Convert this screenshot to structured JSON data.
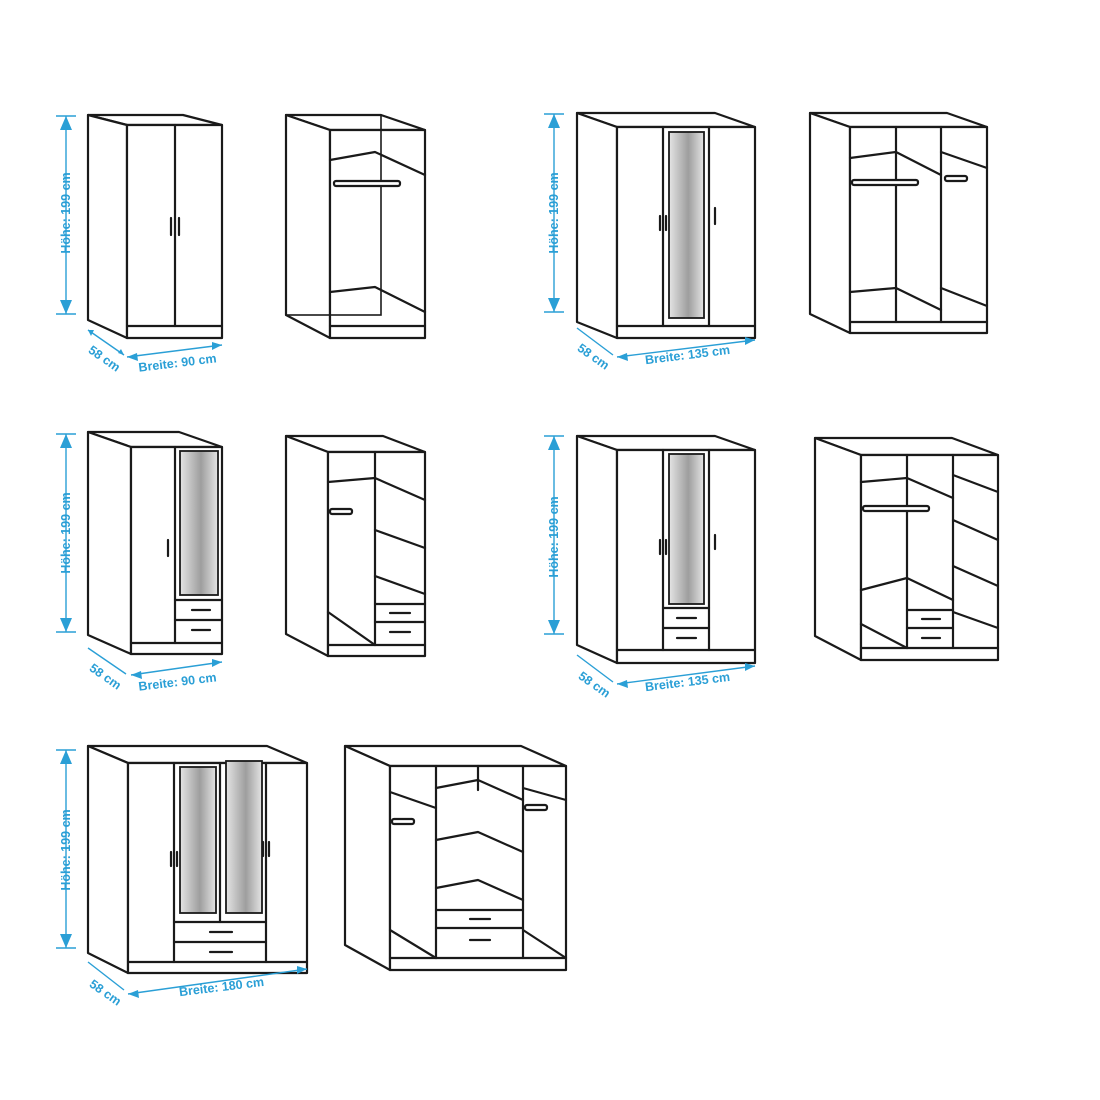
{
  "colors": {
    "dimension": "#2a9fd6",
    "line": "#1a1a1a",
    "mirror_light": "#e4e4e4",
    "mirror_dark": "#9e9e9e"
  },
  "labels": {
    "r1a_height": "Höhe: 199 cm",
    "r1a_depth": "58 cm",
    "r1a_width": "Breite: 90 cm",
    "r1b_height": "Höhe: 199 cm",
    "r1b_depth": "58 cm",
    "r1b_width": "Breite: 135 cm",
    "r2a_height": "Höhe: 199 cm",
    "r2a_depth": "58 cm",
    "r2a_width": "Breite: 90 cm",
    "r2b_height": "Höhe: 199 cm",
    "r2b_depth": "58 cm",
    "r2b_width": "Breite: 135 cm",
    "r3_height": "Höhe: 199 cm",
    "r3_depth": "58 cm",
    "r3_width": "Breite: 180 cm"
  }
}
